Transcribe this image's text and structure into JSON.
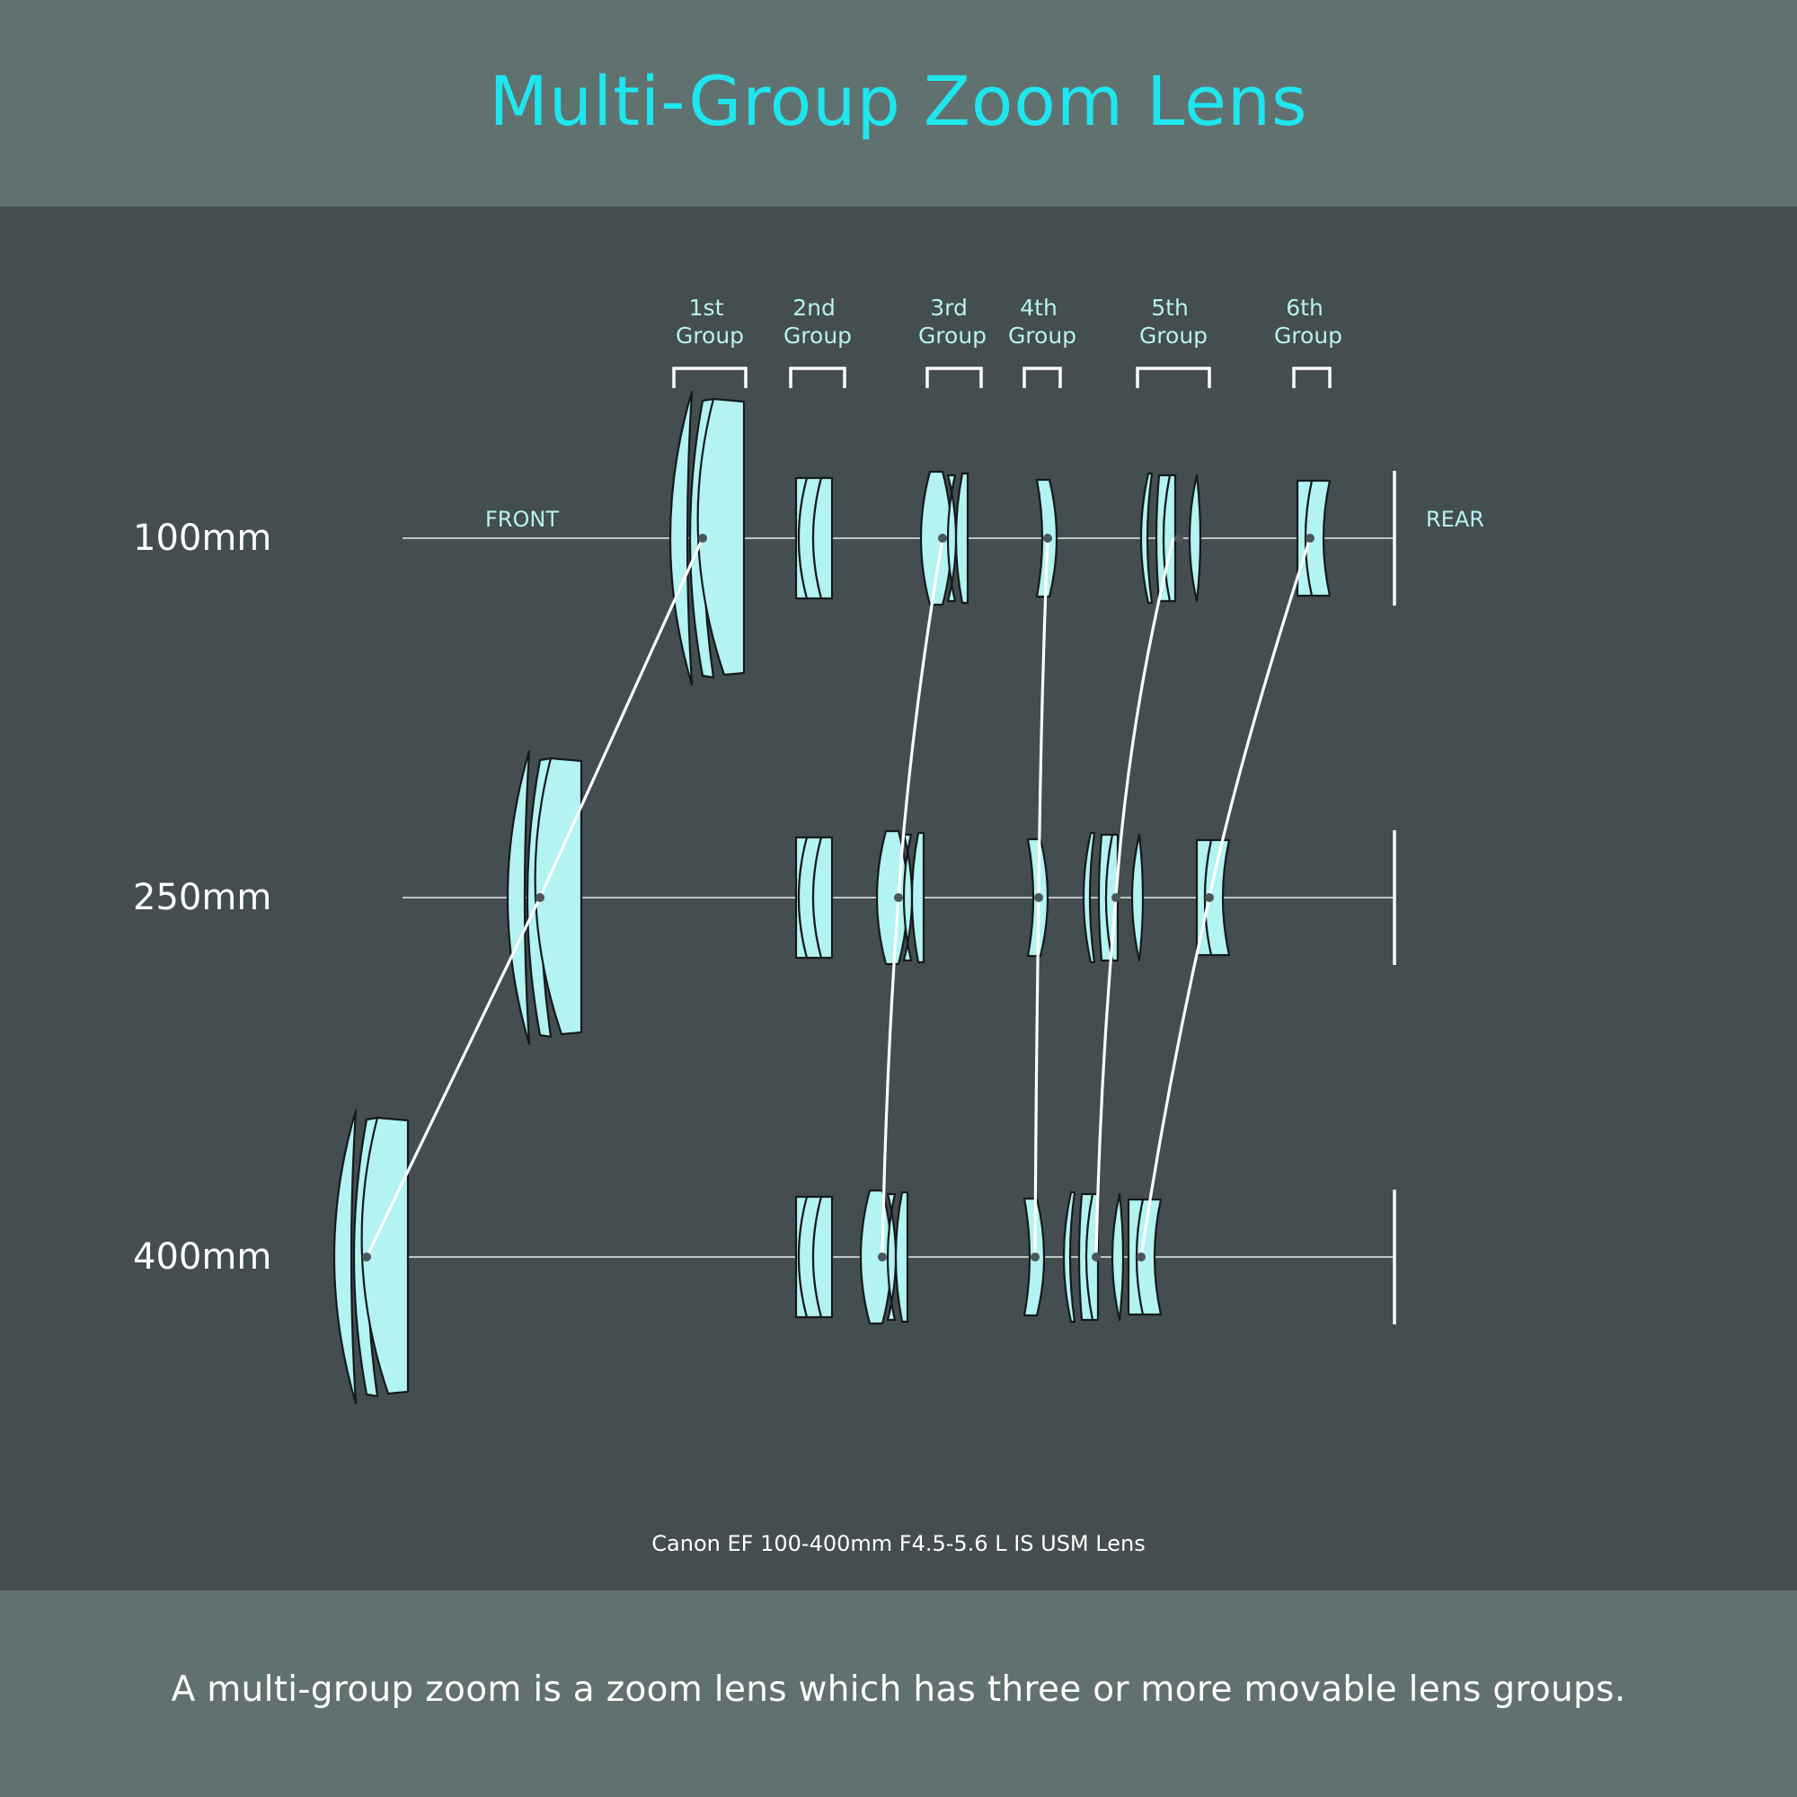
{
  "title": "Multi-Group Zoom Lens",
  "footer": "A multi-group zoom is a zoom lens which has three or more movable lens groups.",
  "caption": "Canon EF 100-400mm F4.5-5.6 L IS USM Lens",
  "labels": {
    "front": "FRONT",
    "rear": "REAR"
  },
  "groups": [
    {
      "line1": "1st",
      "line2": "Group"
    },
    {
      "line1": "2nd",
      "line2": "Group"
    },
    {
      "line1": "3rd",
      "line2": "Group"
    },
    {
      "line1": "4th",
      "line2": "Group"
    },
    {
      "line1": "5th",
      "line2": "Group"
    },
    {
      "line1": "6th",
      "line2": "Group"
    }
  ],
  "positions": [
    {
      "label": "100mm"
    },
    {
      "label": "250mm"
    },
    {
      "label": "400mm"
    }
  ],
  "colors": {
    "glass": "#b3f3f2",
    "accent": "#1ee6ee",
    "panel": "#444d4f",
    "band": "#617170"
  }
}
